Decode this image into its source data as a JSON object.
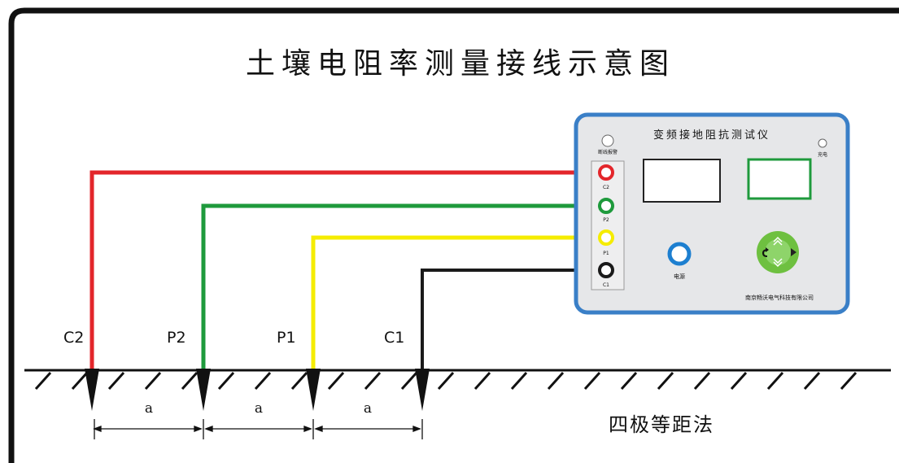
{
  "title": "土壤电阻率测量接线示意图",
  "method": "四极等距法",
  "spacing_label": "a",
  "electrodes": [
    {
      "id": "c2",
      "label": "C2",
      "color": "#e3262b"
    },
    {
      "id": "p2",
      "label": "P2",
      "color": "#1e9a3c"
    },
    {
      "id": "p1",
      "label": "P1",
      "color": "#f5ec00"
    },
    {
      "id": "c1",
      "label": "C1",
      "color": "#1a1a1a"
    }
  ],
  "instrument": {
    "name": "变频接地阻抗测试仪",
    "alarm_label": "断线报警",
    "charge_label": "充电",
    "power_label": "电源",
    "company": "南京畅沃电气科技有限公司",
    "terminals": [
      "C2",
      "P2",
      "P1",
      "C1"
    ],
    "border_color": "#3a7fc7",
    "panel_color": "#e6e7e9"
  }
}
